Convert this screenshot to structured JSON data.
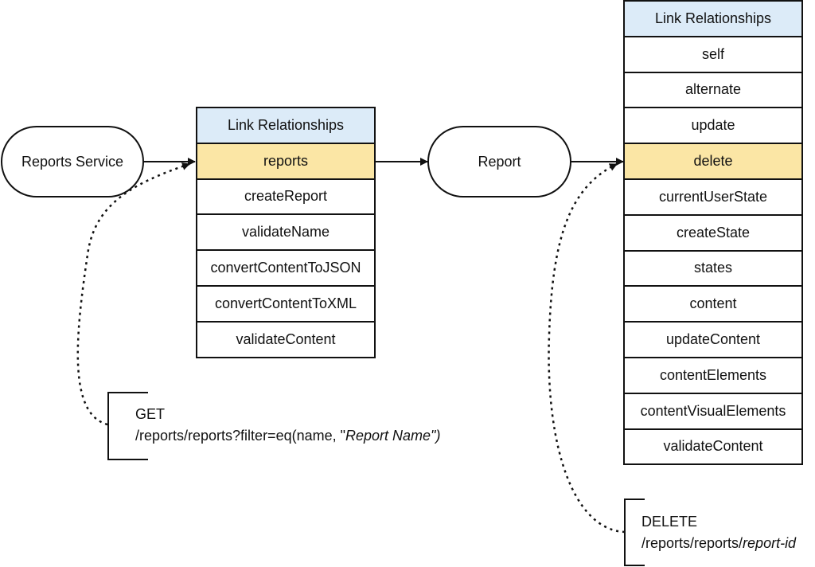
{
  "colors": {
    "header_fill": "#dcebf8",
    "highlight_fill": "#fbe6a5",
    "stroke": "#111111"
  },
  "nodes": {
    "reports_service": "Reports Service",
    "report": "Report"
  },
  "service_links": {
    "header": "Link Relationships",
    "highlighted": "reports",
    "items": [
      "reports",
      "createReport",
      "validateName",
      "convertContentToJSON",
      "convertContentToXML",
      "validateContent"
    ]
  },
  "report_links": {
    "header": "Link Relationships",
    "highlighted": "delete",
    "items": [
      "self",
      "alternate",
      "update",
      "delete",
      "currentUserState",
      "createState",
      "states",
      "content",
      "updateContent",
      "contentElements",
      "contentVisualElements",
      "validateContent"
    ]
  },
  "get_note": {
    "method": "GET",
    "path_prefix": "/reports/reports?filter=eq(name, \"",
    "path_italic": "Report Name\")"
  },
  "delete_note": {
    "method": "DELETE",
    "path_prefix": "/reports/reports/",
    "path_italic": "report-id"
  }
}
